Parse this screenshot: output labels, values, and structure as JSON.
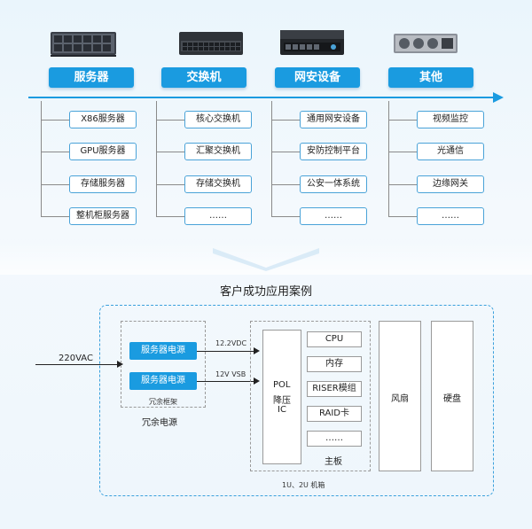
{
  "categories": [
    {
      "label": "服务器",
      "icon": "rack-server-icon",
      "items": [
        "X86服务器",
        "GPU服务器",
        "存储服务器",
        "整机柜服务器"
      ]
    },
    {
      "label": "交换机",
      "icon": "network-switch-icon",
      "items": [
        "核心交换机",
        "汇聚交换机",
        "存储交换机",
        "……"
      ]
    },
    {
      "label": "网安设备",
      "icon": "security-appliance-icon",
      "items": [
        "通用网安设备",
        "安防控制平台",
        "公安一体系统",
        "……"
      ]
    },
    {
      "label": "其他",
      "icon": "other-device-icon",
      "items": [
        "视频监控",
        "光通信",
        "边缘网关",
        "……"
      ]
    }
  ],
  "case_section": {
    "title": "客户成功应用案例",
    "input_label": "220VAC",
    "psu1": "服务器电源",
    "psu2": "服务器电源",
    "psu1_output": "12.2VDC",
    "psu2_output": "12V  VSB",
    "redundant_frame": "冗余框架",
    "redundant_power": "冗余电源",
    "pol": {
      "line1": "POL",
      "line2": "降压",
      "line3": "IC"
    },
    "mainboard_items": [
      "CPU",
      "内存",
      "RISER模组",
      "RAID卡",
      "……"
    ],
    "mainboard_label": "主板",
    "fan": "风扇",
    "disk": "硬盘",
    "chassis_label": "1U、2U 机箱"
  },
  "colors": {
    "accent": "#1a9be0",
    "line": "#8a8a8a"
  }
}
